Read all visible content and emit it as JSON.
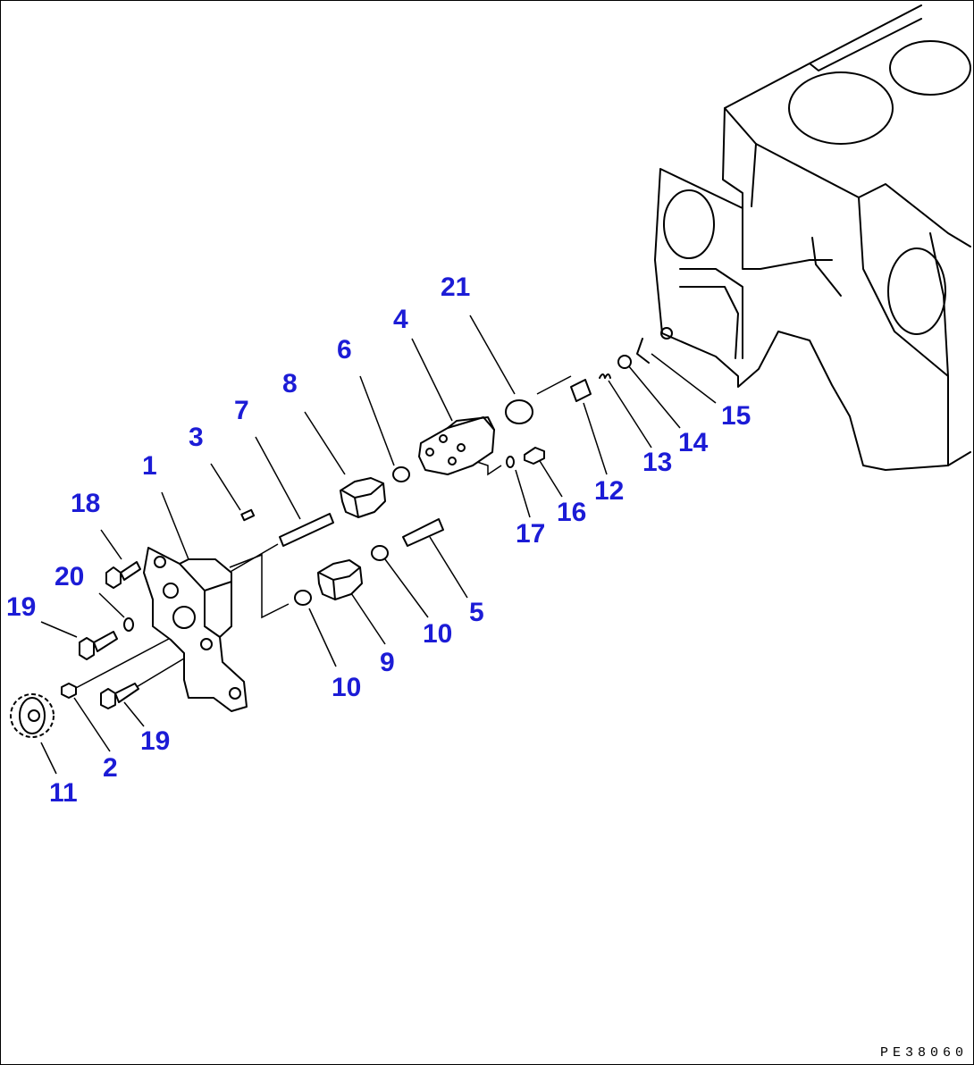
{
  "drawing_code": "PE38060",
  "callouts": [
    {
      "id": "c1",
      "text": "1"
    },
    {
      "id": "c2",
      "text": "2"
    },
    {
      "id": "c3",
      "text": "3"
    },
    {
      "id": "c4",
      "text": "4"
    },
    {
      "id": "c5",
      "text": "5"
    },
    {
      "id": "c6",
      "text": "6"
    },
    {
      "id": "c7",
      "text": "7"
    },
    {
      "id": "c8",
      "text": "8"
    },
    {
      "id": "c9",
      "text": "9"
    },
    {
      "id": "c10a",
      "text": "10"
    },
    {
      "id": "c10b",
      "text": "10"
    },
    {
      "id": "c11",
      "text": "11"
    },
    {
      "id": "c12",
      "text": "12"
    },
    {
      "id": "c13",
      "text": "13"
    },
    {
      "id": "c14",
      "text": "14"
    },
    {
      "id": "c15",
      "text": "15"
    },
    {
      "id": "c16",
      "text": "16"
    },
    {
      "id": "c17",
      "text": "17"
    },
    {
      "id": "c18",
      "text": "18"
    },
    {
      "id": "c19a",
      "text": "19"
    },
    {
      "id": "c19b",
      "text": "19"
    },
    {
      "id": "c20",
      "text": "20"
    },
    {
      "id": "c21",
      "text": "21"
    }
  ],
  "colors": {
    "callout": "#1c1cd6",
    "line": "#000000",
    "background": "#ffffff"
  }
}
